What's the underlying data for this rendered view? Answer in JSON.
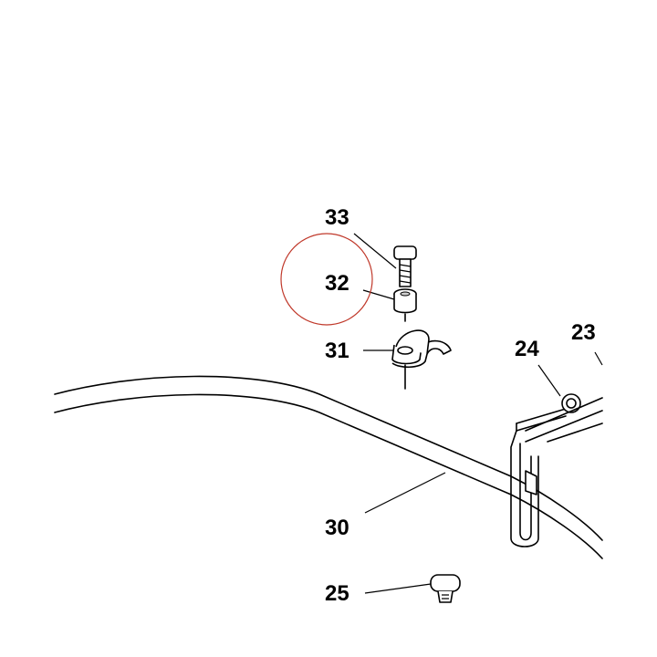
{
  "callouts": {
    "p33": "33",
    "p32": "32",
    "p31": "31",
    "p24": "24",
    "p23": "23",
    "p30": "30",
    "p25": "25"
  },
  "highlight": {
    "callout": "32",
    "color": "#c0392b"
  }
}
